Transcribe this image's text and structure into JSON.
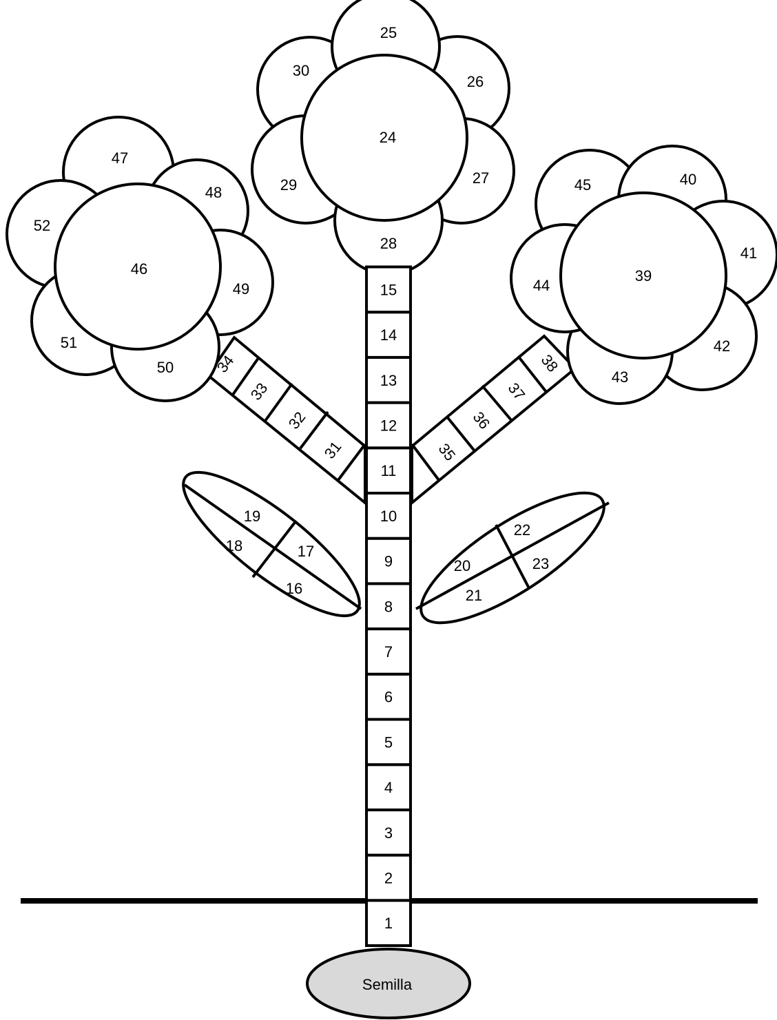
{
  "title": "",
  "colors": {
    "stroke": "#000000",
    "fill": "#ffffff",
    "seed_fill": "#d9d9d9"
  },
  "seed": {
    "label": "Semilla"
  },
  "stem": {
    "segments": [
      "1",
      "2",
      "3",
      "4",
      "5",
      "6",
      "7",
      "8",
      "9",
      "10",
      "11",
      "12",
      "13",
      "14",
      "15"
    ]
  },
  "leaf_left": {
    "labels": [
      "16",
      "17",
      "18",
      "19"
    ]
  },
  "leaf_right": {
    "labels": [
      "20",
      "21",
      "22",
      "23"
    ]
  },
  "flower_top": {
    "center": "24",
    "petals": [
      "25",
      "26",
      "27",
      "28",
      "29",
      "30"
    ]
  },
  "branch_left": {
    "segments": [
      "31",
      "32",
      "33",
      "34"
    ]
  },
  "branch_right": {
    "segments": [
      "35",
      "36",
      "37",
      "38"
    ]
  },
  "flower_right": {
    "center": "39",
    "petals": [
      "40",
      "41",
      "42",
      "43",
      "44",
      "45"
    ]
  },
  "flower_left": {
    "center": "46",
    "petals": [
      "47",
      "48",
      "49",
      "50",
      "51",
      "52"
    ]
  }
}
